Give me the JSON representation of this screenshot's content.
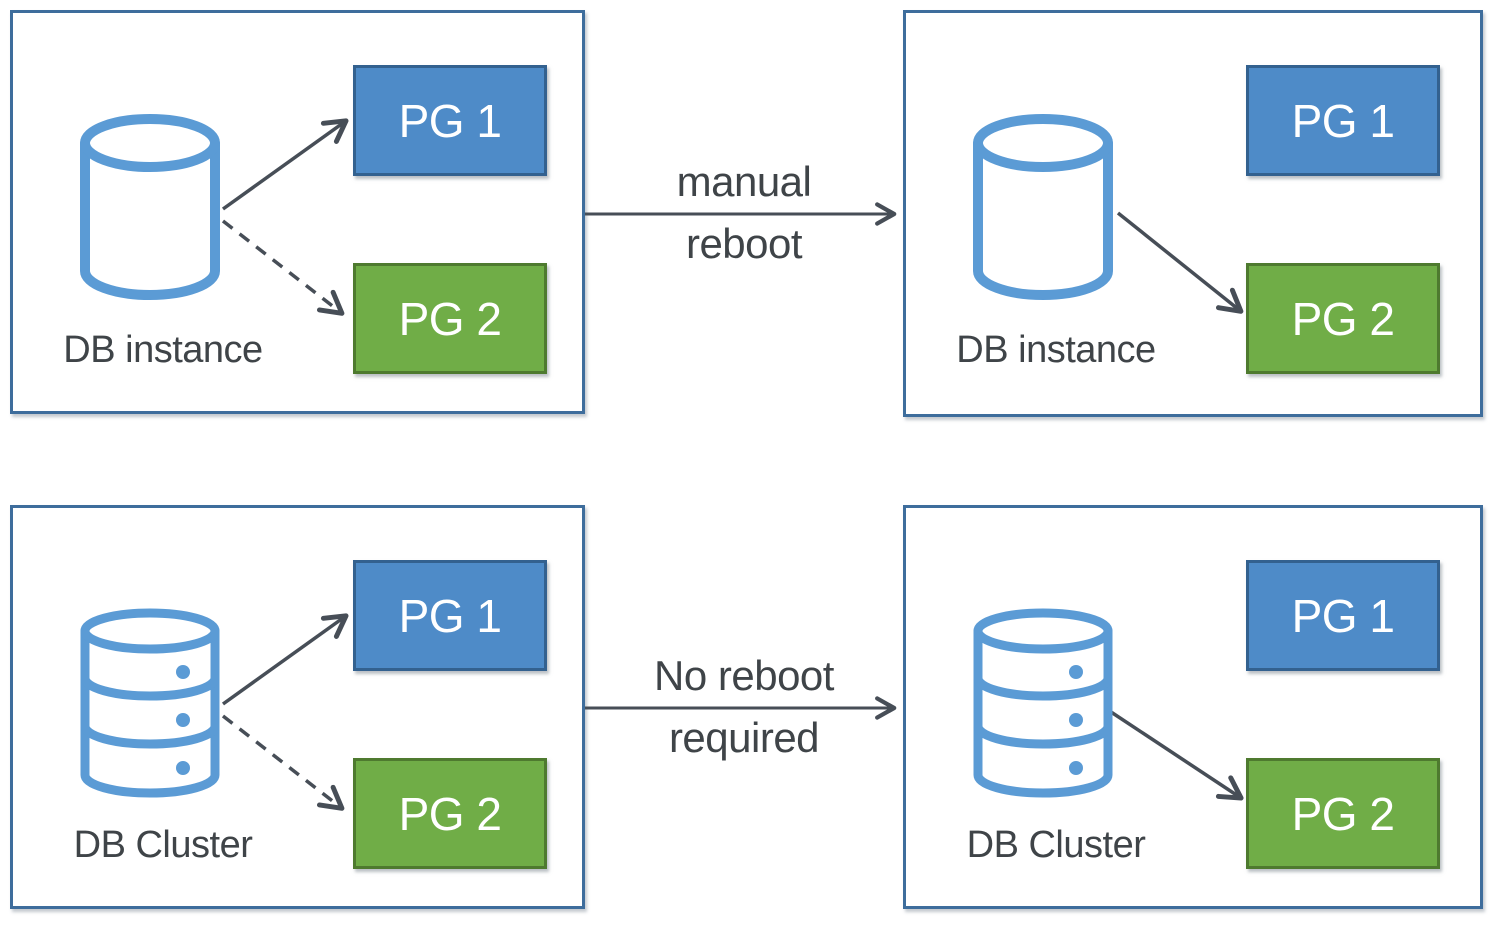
{
  "panels": [
    {
      "name": "db-instance-before",
      "db_label": "DB instance",
      "db_icon": "database-cylinder-icon",
      "pg_boxes": [
        {
          "label": "PG 1",
          "fill": "#4E8BC8"
        },
        {
          "label": "PG 2",
          "fill": "#70AD47"
        }
      ],
      "connections": [
        {
          "from": "DB instance",
          "to": "PG 1",
          "style": "solid"
        },
        {
          "from": "DB instance",
          "to": "PG 2",
          "style": "dashed"
        }
      ]
    },
    {
      "name": "db-instance-after",
      "db_label": "DB instance",
      "db_icon": "database-cylinder-icon",
      "pg_boxes": [
        {
          "label": "PG 1",
          "fill": "#4E8BC8"
        },
        {
          "label": "PG 2",
          "fill": "#70AD47"
        }
      ],
      "connections": [
        {
          "from": "DB instance",
          "to": "PG 2",
          "style": "solid"
        }
      ]
    },
    {
      "name": "db-cluster-before",
      "db_label": "DB Cluster",
      "db_icon": "database-cluster-icon",
      "pg_boxes": [
        {
          "label": "PG 1",
          "fill": "#4E8BC8"
        },
        {
          "label": "PG 2",
          "fill": "#70AD47"
        }
      ],
      "connections": [
        {
          "from": "DB Cluster",
          "to": "PG 1",
          "style": "solid"
        },
        {
          "from": "DB Cluster",
          "to": "PG 2",
          "style": "dashed"
        }
      ]
    },
    {
      "name": "db-cluster-after",
      "db_label": "DB Cluster",
      "db_icon": "database-cluster-icon",
      "pg_boxes": [
        {
          "label": "PG 1",
          "fill": "#4E8BC8"
        },
        {
          "label": "PG 2",
          "fill": "#70AD47"
        }
      ],
      "connections": [
        {
          "from": "DB Cluster",
          "to": "PG 2",
          "style": "solid"
        }
      ]
    }
  ],
  "connectors": [
    {
      "line1": "manual",
      "line2": "reboot"
    },
    {
      "line1": "No reboot",
      "line2": "required"
    }
  ],
  "colors": {
    "panel_border": "#3E6D9C",
    "pg1_fill": "#4E8BC8",
    "pg1_border": "#33618F",
    "pg2_fill": "#70AD47",
    "pg2_border": "#4E7A2F",
    "db_icon_blue": "#5B9BD5",
    "arrow": "#474E57",
    "text": "#3F4448"
  }
}
